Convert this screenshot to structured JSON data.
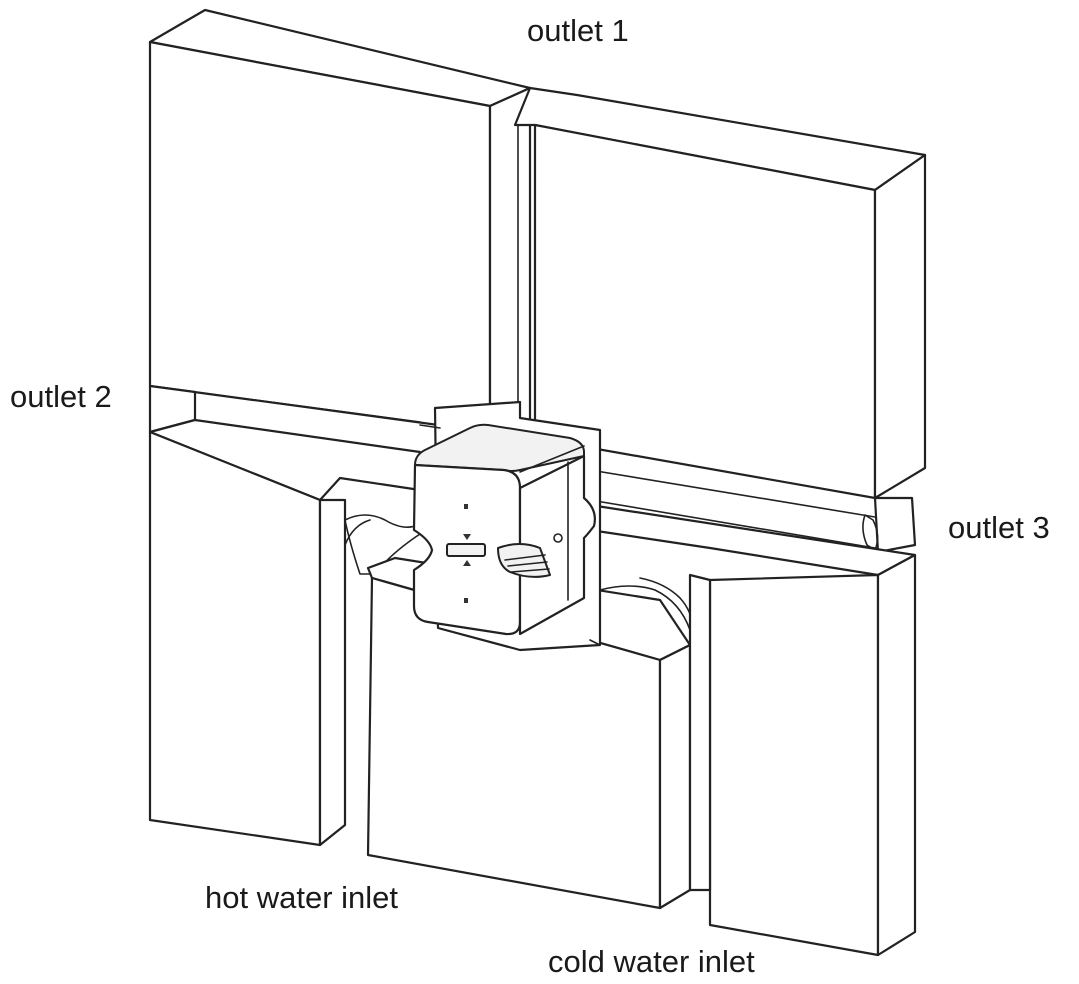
{
  "labels": {
    "outlet_1": "outlet 1",
    "outlet_2": "outlet 2",
    "outlet_3": "outlet 3",
    "hot_water_inlet": "hot water inlet",
    "cold_water_inlet": "cold water inlet"
  },
  "colors": {
    "line": "#222222",
    "fill": "#ffffff",
    "background": "#ffffff"
  }
}
